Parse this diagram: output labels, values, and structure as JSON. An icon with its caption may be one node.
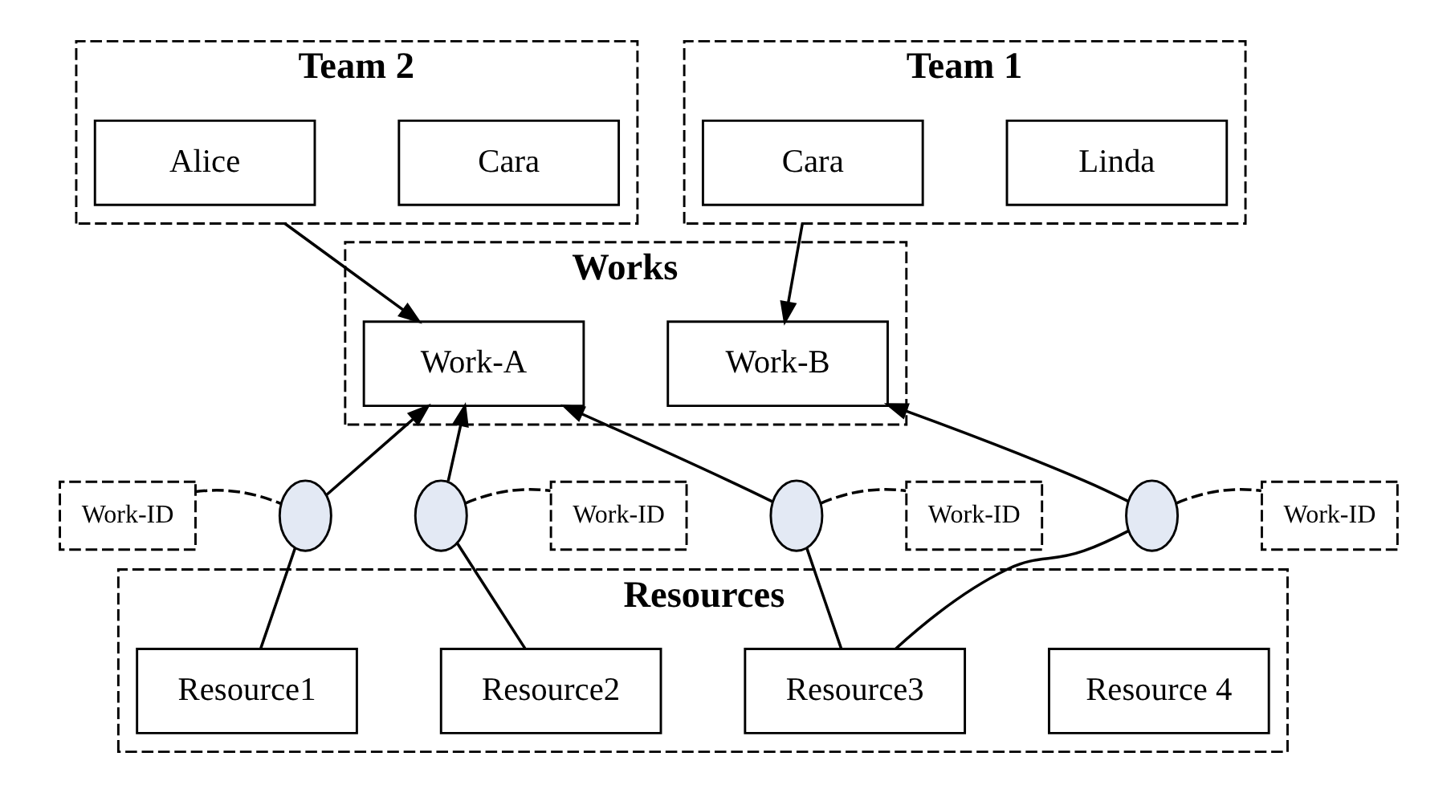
{
  "diagram": {
    "nodes": [
      {
        "text": [
          "Team 2"
        ]
      },
      {
        "text": [
          "Alice"
        ],
        "in": 0
      },
      {
        "text": [
          "Cara"
        ],
        "in": 0
      },
      {
        "text": [
          "Team 1"
        ]
      },
      {
        "text": [
          "Cara"
        ],
        "in": 3
      },
      {
        "text": [
          "Linda"
        ],
        "in": 3
      },
      {
        "text": [
          "Works"
        ]
      },
      {
        "text": [
          "Work-A"
        ],
        "in": 6
      },
      {
        "text": [
          "Work-B"
        ],
        "in": 6
      },
      {
        "text": [
          "Work-ID"
        ]
      },
      {
        "text": [],
        "shape": "circle"
      },
      {
        "text": [],
        "shape": "circle"
      },
      {
        "text": [
          "Work-ID"
        ]
      },
      {
        "text": [],
        "shape": "circle"
      },
      {
        "text": [
          "Work-ID"
        ]
      },
      {
        "text": [],
        "shape": "circle"
      },
      {
        "text": [
          "Work-ID"
        ]
      },
      {
        "text": [
          "Resources"
        ]
      },
      {
        "text": [
          "Resource1"
        ],
        "in": 17
      },
      {
        "text": [
          "Resource2"
        ],
        "in": 17
      },
      {
        "text": [
          "Resource3"
        ],
        "in": 17
      },
      {
        "text": [
          "Resource 4"
        ],
        "in": 17
      }
    ],
    "edges": [
      {
        "from": 0,
        "to": 7,
        "arrow": "to"
      },
      {
        "from": 3,
        "to": 8,
        "arrow": "to"
      },
      {
        "from": 18,
        "to": 10,
        "arrow": "none"
      },
      {
        "from": 10,
        "to": 7,
        "arrow": "to"
      },
      {
        "from": 19,
        "to": 11,
        "arrow": "none"
      },
      {
        "from": 11,
        "to": 7,
        "arrow": "to"
      },
      {
        "from": 20,
        "to": 13,
        "arrow": "none"
      },
      {
        "from": 13,
        "to": 7,
        "arrow": "to"
      },
      {
        "from": 20,
        "to": 15,
        "arrow": "none"
      },
      {
        "from": 15,
        "to": 8,
        "arrow": "to"
      },
      {
        "from": 9,
        "to": 10,
        "arrow": "none",
        "style": "dashed"
      },
      {
        "from": 11,
        "to": 12,
        "arrow": "none",
        "style": "dashed"
      },
      {
        "from": 13,
        "to": 14,
        "arrow": "none",
        "style": "dashed"
      },
      {
        "from": 15,
        "to": 16,
        "arrow": "none",
        "style": "dashed"
      }
    ]
  }
}
